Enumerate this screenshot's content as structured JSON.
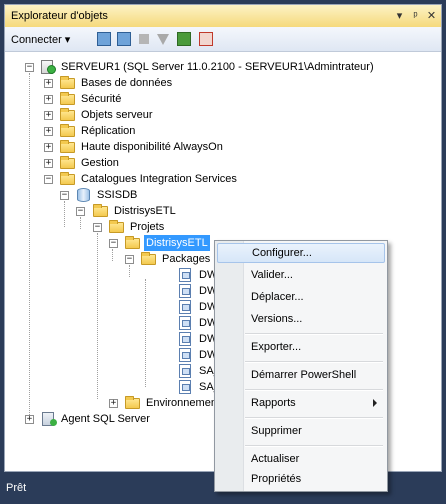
{
  "window": {
    "title": "Explorateur d'objets",
    "title_buttons": {
      "dropdown": "▾",
      "pin": "ᵖ",
      "close": "✕"
    }
  },
  "toolbar": {
    "connect_label": "Connecter ▾"
  },
  "tree": {
    "server": "SERVEUR1 (SQL Server 11.0.2100 - SERVEUR1\\Admintrateur)",
    "databases": "Bases de données",
    "security": "Sécurité",
    "server_objects": "Objets serveur",
    "replication": "Réplication",
    "alwayson": "Haute disponibilité AlwaysOn",
    "management": "Gestion",
    "is_catalogs": "Catalogues Integration Services",
    "ssisdb": "SSISDB",
    "folder": "DistrisysETL",
    "projects": "Projets",
    "project": "DistrisysETL",
    "packages": "Packages",
    "package_items": [
      "DW_",
      "DW_",
      "DW_",
      "DW_",
      "DW_",
      "DW_",
      "SA_",
      "SA_"
    ],
    "environments": "Environnements",
    "agent": "Agent SQL Server"
  },
  "context_menu": {
    "items": [
      {
        "label": "Configurer..."
      },
      {
        "label": "Valider..."
      },
      {
        "label": "Déplacer..."
      },
      {
        "label": "Versions..."
      },
      {
        "label": "Exporter..."
      },
      {
        "label": "Démarrer PowerShell"
      },
      {
        "label": "Rapports"
      },
      {
        "label": "Supprimer"
      },
      {
        "label": "Actualiser"
      },
      {
        "label": "Propriétés"
      }
    ]
  },
  "status": {
    "text": "Prêt"
  },
  "colors": {
    "selection": "#3399ff",
    "status_bar": "#2b3c59",
    "title_bar": "#f5d97c"
  }
}
